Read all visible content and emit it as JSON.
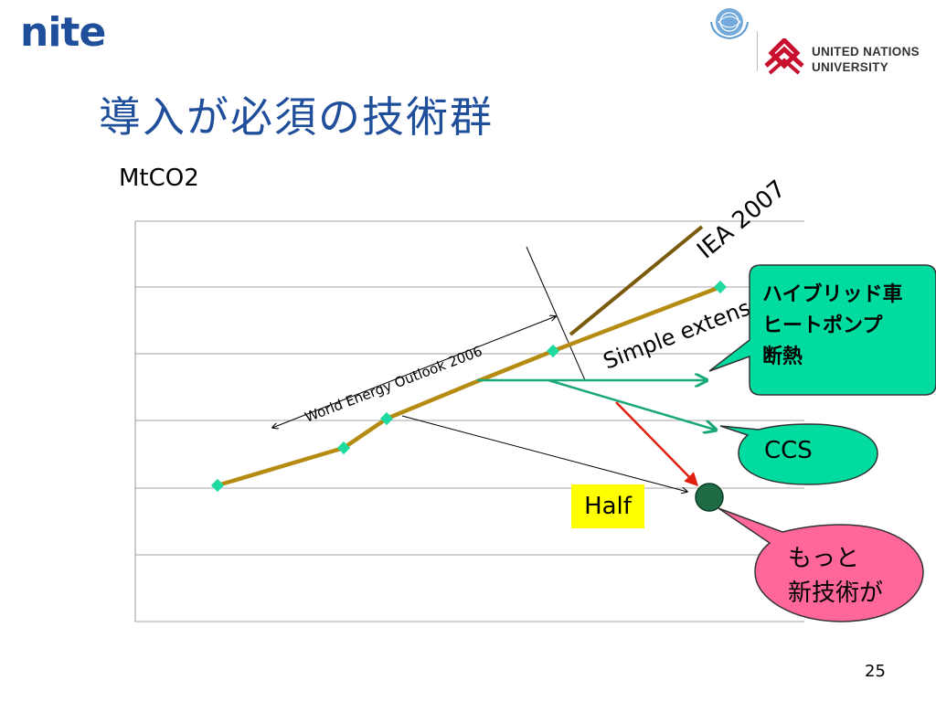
{
  "header": {
    "logo_text": "nite",
    "org_lines": [
      "UNITED NATIONS",
      "UNIVERSITY"
    ],
    "title": "導入が必須の技術群"
  },
  "page_number": "25",
  "colors": {
    "title": "#1f4e9a",
    "baseline": "#b58b12",
    "iea_line": "#7a5a0c",
    "markers": "#1ed9a0",
    "green_arrows": "#1aa77a",
    "red_arrow": "#e02010",
    "callout_green": "#00dca0",
    "callout_pink": "#ff6699",
    "half_bg": "#ffff00",
    "target_dot": "#1e6b45"
  },
  "chart_data": {
    "type": "line",
    "ylabel": "MtCO2",
    "xlabel": "",
    "grid": true,
    "series": [
      {
        "name": "World Energy Outlook 2006",
        "values": [
          [
            0.1,
            0.5
          ],
          [
            0.3,
            0.8
          ],
          [
            0.37,
            1.05
          ],
          [
            0.52,
            1.6
          ],
          [
            0.62,
            2.1
          ],
          [
            0.87,
            3.1
          ]
        ]
      },
      {
        "name": "IEA 2007",
        "values": [
          [
            0.65,
            2.2
          ],
          [
            0.85,
            3.9
          ]
        ]
      }
    ],
    "annotations": {
      "weo_label": "World Energy Outlook 2006",
      "iea_label": "IEA 2007",
      "simple_ext_label": "Simple extens",
      "half_label": "Half",
      "tech_callout": [
        "ハイブリッド車",
        "ヒートポンプ",
        "断熱"
      ],
      "ccs_callout": "CCS",
      "new_tech_callout": [
        "もっと",
        "新技術が"
      ]
    }
  }
}
